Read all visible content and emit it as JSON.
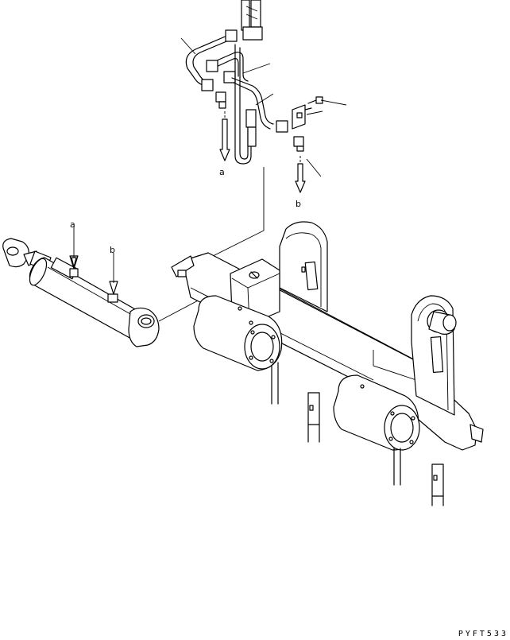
{
  "labels": {
    "upper_a": "a",
    "upper_b": "b",
    "cylinder_a": "a",
    "cylinder_b": "b"
  },
  "drawing_code": "PYFT533"
}
